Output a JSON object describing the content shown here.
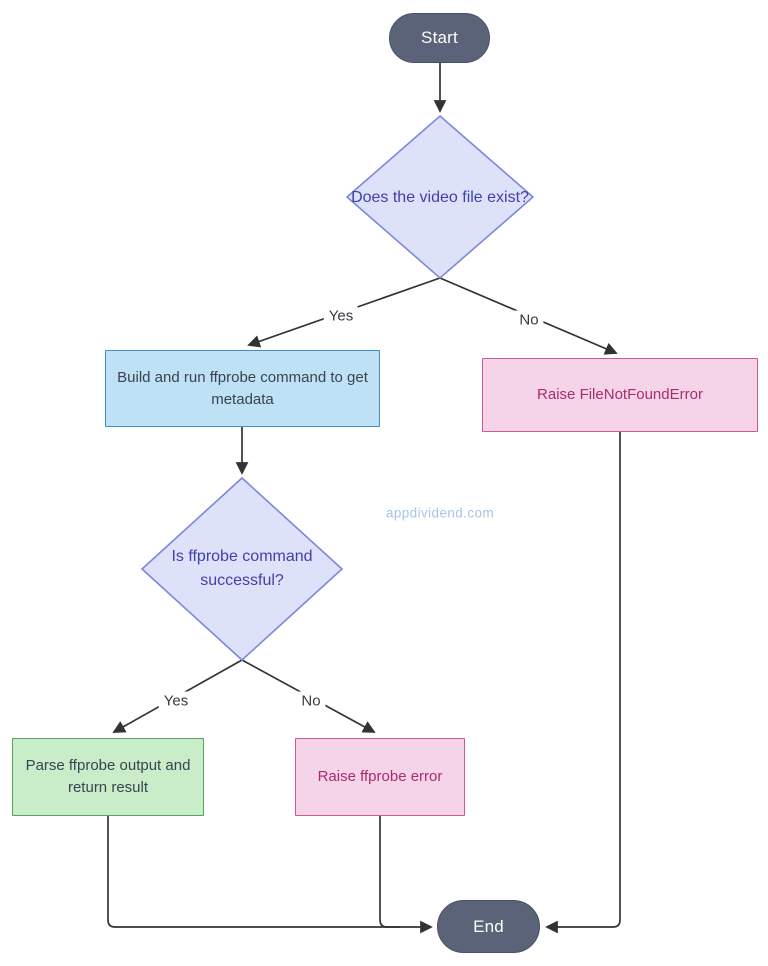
{
  "diagram": {
    "type": "flowchart",
    "watermark": "appdividend.com",
    "nodes": {
      "start": {
        "label": "Start",
        "shape": "stadium"
      },
      "check_file_exists": {
        "label": "Does the video file exist?",
        "shape": "decision"
      },
      "build_ffprobe": {
        "label": "Build and run ffprobe command to get metadata",
        "shape": "process"
      },
      "raise_file_not_found": {
        "label": "Raise FileNotFoundError",
        "shape": "process"
      },
      "check_ffprobe_success": {
        "label": "Is ffprobe command successful?",
        "shape": "decision"
      },
      "parse_output": {
        "label": "Parse ffprobe output and return result",
        "shape": "process"
      },
      "raise_ffprobe_error": {
        "label": "Raise ffprobe error",
        "shape": "process"
      },
      "end": {
        "label": "End",
        "shape": "stadium"
      }
    },
    "edges": [
      {
        "from": "start",
        "to": "check_file_exists",
        "label": ""
      },
      {
        "from": "check_file_exists",
        "to": "build_ffprobe",
        "label": "Yes"
      },
      {
        "from": "check_file_exists",
        "to": "raise_file_not_found",
        "label": "No"
      },
      {
        "from": "build_ffprobe",
        "to": "check_ffprobe_success",
        "label": ""
      },
      {
        "from": "check_ffprobe_success",
        "to": "parse_output",
        "label": "Yes"
      },
      {
        "from": "check_ffprobe_success",
        "to": "raise_ffprobe_error",
        "label": "No"
      },
      {
        "from": "parse_output",
        "to": "end",
        "label": ""
      },
      {
        "from": "raise_ffprobe_error",
        "to": "end",
        "label": ""
      },
      {
        "from": "raise_file_not_found",
        "to": "end",
        "label": ""
      }
    ],
    "edge_labels": {
      "yes1": "Yes",
      "no1": "No",
      "yes2": "Yes",
      "no2": "No"
    },
    "colors": {
      "terminal_fill": "#5a6378",
      "terminal_border": "#49526a",
      "terminal_text": "#ffffff",
      "decision_fill": "#dde2f9",
      "decision_border": "#7d87da",
      "decision_text": "#4040ab",
      "process_blue_fill": "#bfe1f6",
      "process_blue_border": "#4190c5",
      "process_pink_fill": "#f6d4e7",
      "process_pink_border": "#cc5899",
      "process_pink_text": "#a82c6f",
      "process_green_fill": "#c9ecc9",
      "process_green_border": "#57a45e",
      "process_text": "#39444e",
      "edge_line": "#333333",
      "watermark_text": "#a9c4e3"
    }
  }
}
